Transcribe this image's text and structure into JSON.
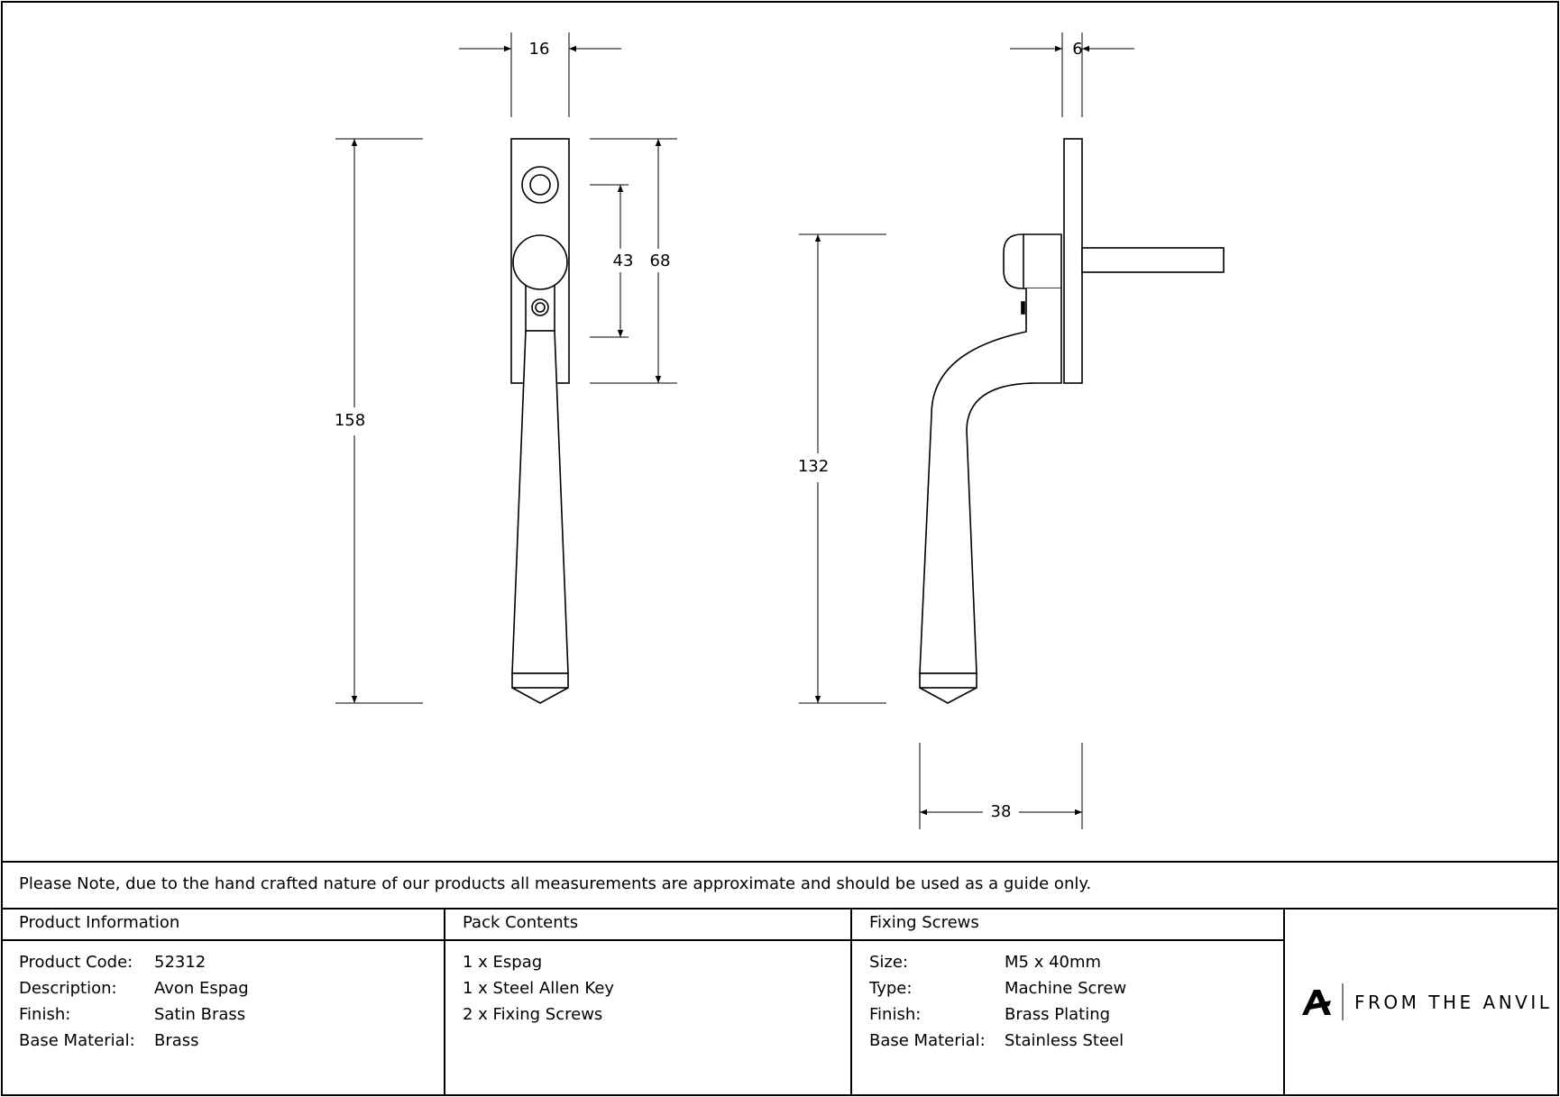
{
  "dimensions": {
    "front_width": "16",
    "front_total_height": "158",
    "front_hole_spacing": "43",
    "front_backplate_height": "68",
    "side_depth": "6",
    "side_handle_height": "132",
    "side_projection": "38"
  },
  "note": "Please Note, due to the hand crafted nature of our products all measurements are approximate and should be used as a guide only.",
  "product_info": {
    "heading": "Product Information",
    "rows": [
      {
        "label": "Product Code:",
        "value": "52312"
      },
      {
        "label": "Description:",
        "value": "Avon Espag"
      },
      {
        "label": "Finish:",
        "value": "Satin Brass"
      },
      {
        "label": "Base Material:",
        "value": "Brass"
      }
    ]
  },
  "pack_contents": {
    "heading": "Pack Contents",
    "items": [
      "1 x Espag",
      "1 x Steel Allen Key",
      "2 x Fixing Screws"
    ]
  },
  "fixing_screws": {
    "heading": "Fixing Screws",
    "rows": [
      {
        "label": "Size:",
        "value": "M5 x 40mm"
      },
      {
        "label": "Type:",
        "value": "Machine Screw"
      },
      {
        "label": "Finish:",
        "value": "Brass Plating"
      },
      {
        "label": "Base Material:",
        "value": "Stainless Steel"
      }
    ]
  },
  "brand": {
    "name": "FROM THE ANVIL",
    "logo_icon": "anvil-a-logo-icon"
  }
}
